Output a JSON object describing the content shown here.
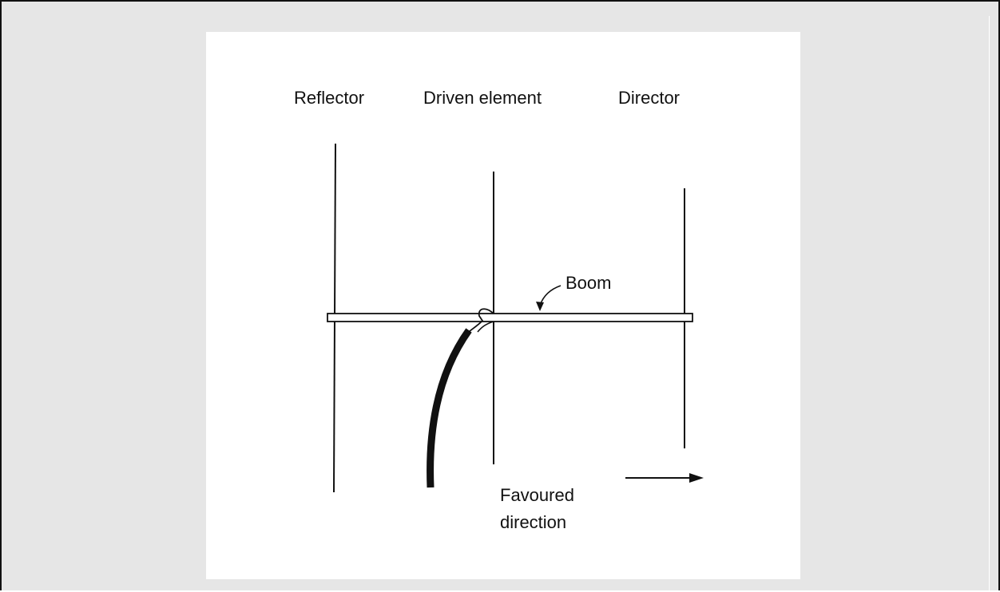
{
  "diagram": {
    "labels": {
      "reflector": "Reflector",
      "driven_element": "Driven element",
      "director": "Director",
      "boom": "Boom",
      "favoured_line1": "Favoured",
      "favoured_line2": "direction"
    },
    "colors": {
      "outer_background": "#e6e6e6",
      "panel_background": "#ffffff",
      "ink": "#111111"
    }
  }
}
